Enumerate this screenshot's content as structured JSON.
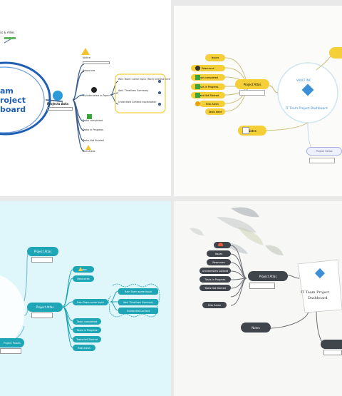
{
  "q1": {
    "top_label": "ss & Allies",
    "center": [
      "am",
      "roject",
      "board"
    ],
    "hub": "Projects Asks",
    "notice": "Notice",
    "resources": "Resources",
    "uninterested": "Un/interested in Paper:",
    "shape_items": [
      "Rain Team: some Input (Tech) interest here",
      "Add. Timelines Summary",
      "Undecided Context explanation"
    ],
    "tasks": [
      "Tasks completed",
      "Tasks in Progress",
      "Tasks Not Started",
      "Risk Areas"
    ]
  },
  "q2": {
    "left_items": [
      "Issues",
      "Resources",
      "Tasks completed",
      "Tasks in Progress",
      "Tasks Not Started",
      "Risk Areas",
      "Tasks done"
    ],
    "project_atlas": "Project Atlas",
    "brand": "VAULT INC",
    "dashboard": "IT Team Project Dashboard",
    "notes": "Notes",
    "project_helios": "Project Helios"
  },
  "q3": {
    "project_atlas": "Project Atlas",
    "project_atlas_2": "Project Atlas",
    "project_polaris": "Project Polaris",
    "right_items": [
      "Notes",
      "Resources",
      "Tasks completed",
      "Tasks in Progress",
      "Tasks Not Started",
      "Risk areas"
    ],
    "wavy_items": [
      "Rain Team some Input",
      "Add. Timelines Summary",
      "Undecided Context"
    ]
  },
  "q4": {
    "left_items": [
      "Issues",
      "Resources",
      "Uninterested Context",
      "Tasks in Progress",
      "Tasks Not Started",
      "Risk Areas"
    ],
    "project_atlas": "Project Atlas",
    "dashboard": [
      "IT Team Project",
      "Dashboard"
    ],
    "notes": "Notes"
  },
  "colors": {
    "blue": "#1f5fb4",
    "yellow": "#f4cf38",
    "teal": "#1ea5b6",
    "dark": "#40444b"
  }
}
